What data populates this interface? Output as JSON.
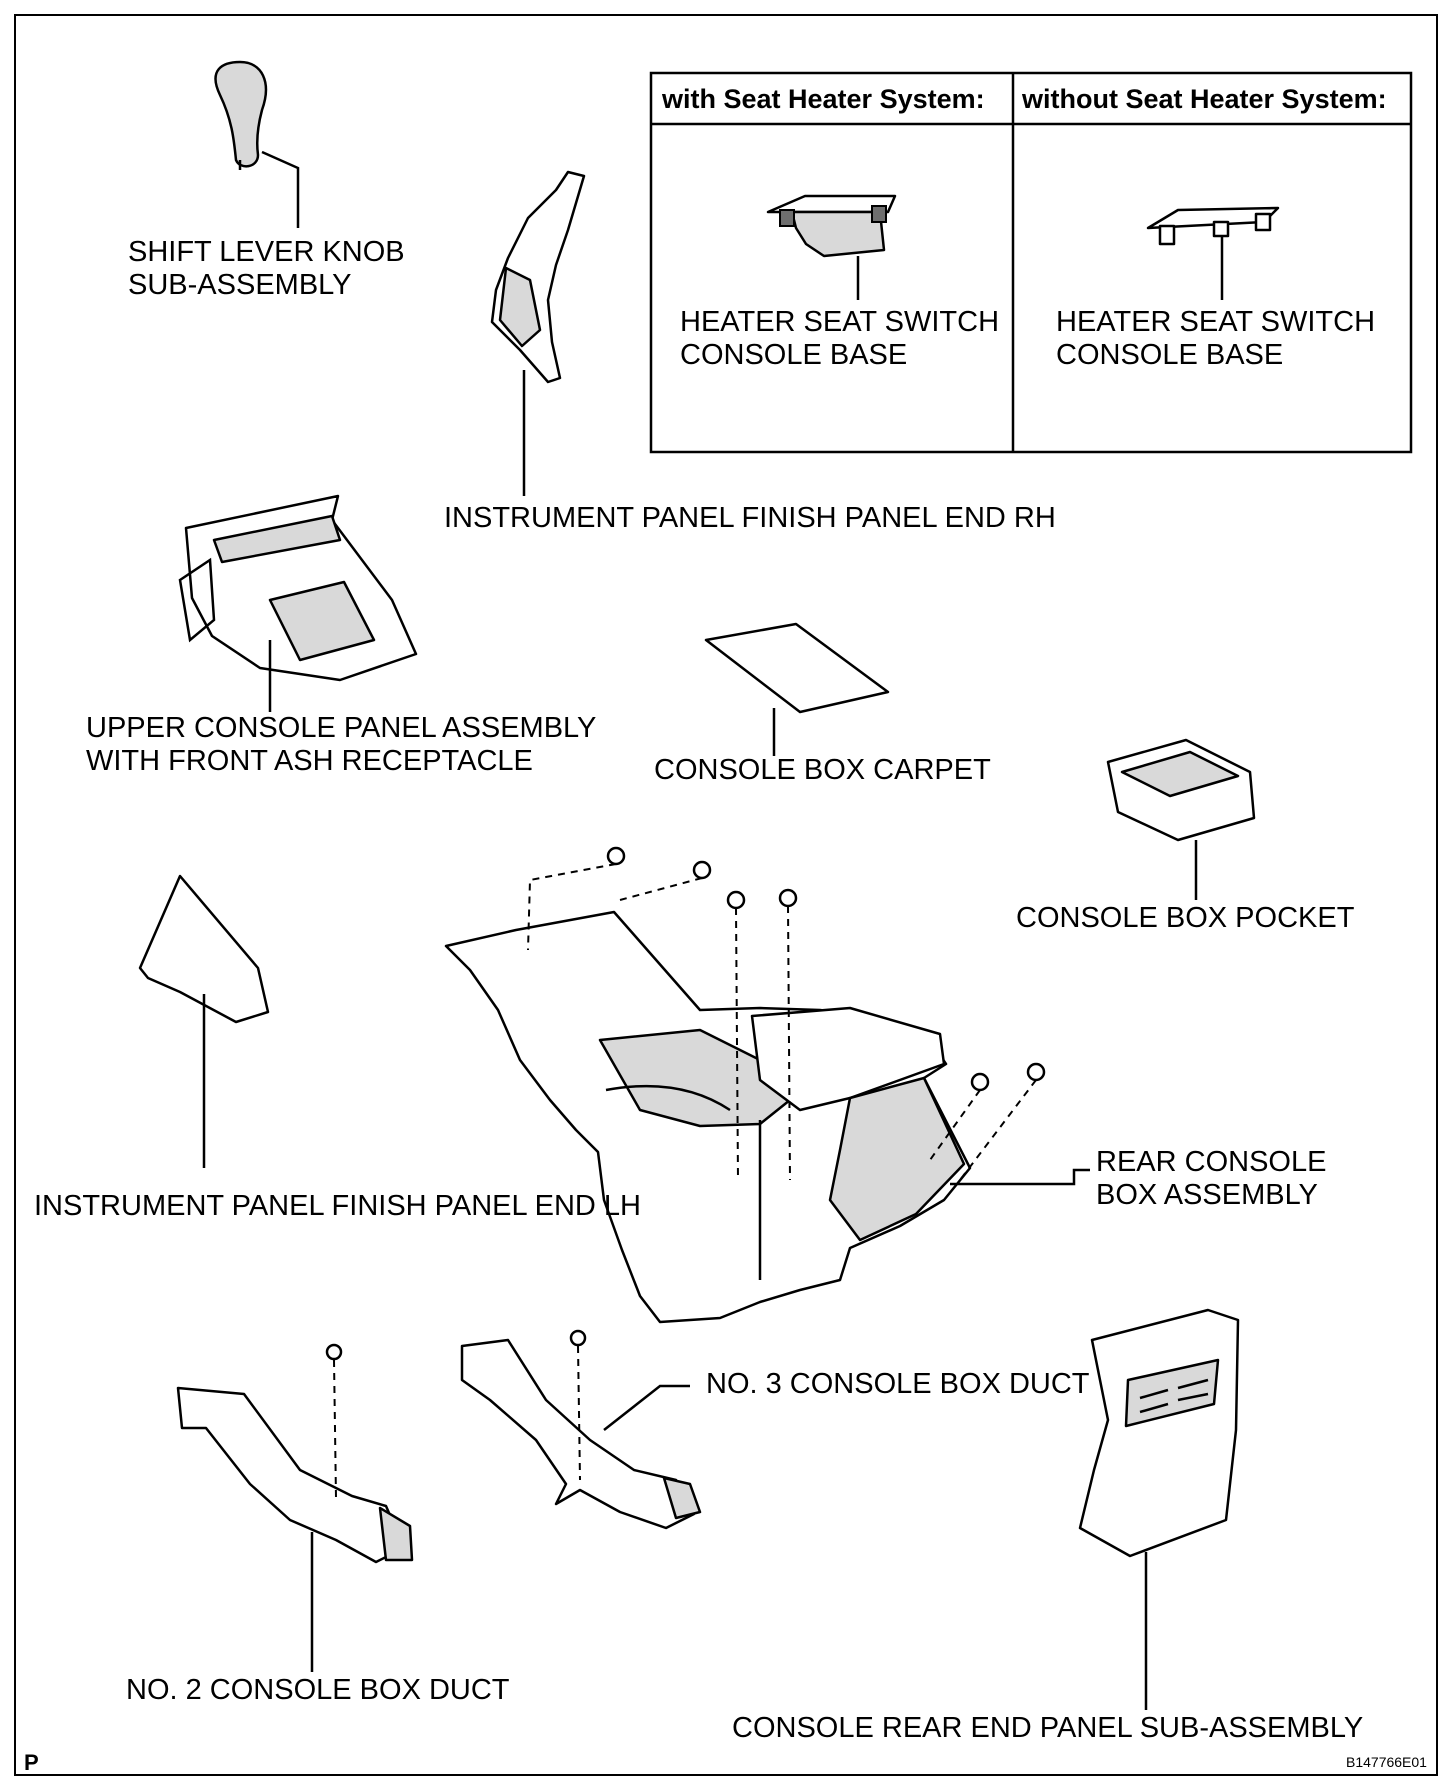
{
  "inset": {
    "with_header": "with Seat Heater System:",
    "without_header": "without Seat Heater System:",
    "with_label": "HEATER SEAT SWITCH\nCONSOLE BASE",
    "without_label": "HEATER SEAT SWITCH\nCONSOLE BASE"
  },
  "labels": {
    "shift_knob": "SHIFT LEVER KNOB\nSUB-ASSEMBLY",
    "finish_end_rh": "INSTRUMENT PANEL FINISH PANEL END RH",
    "upper_console": "UPPER CONSOLE PANEL ASSEMBLY\nWITH FRONT ASH RECEPTACLE",
    "carpet": "CONSOLE BOX CARPET",
    "pocket": "CONSOLE BOX POCKET",
    "finish_end_lh": "INSTRUMENT PANEL FINISH PANEL END LH",
    "rear_console": "REAR CONSOLE\nBOX ASSEMBLY",
    "duct3": "NO. 3 CONSOLE BOX DUCT",
    "duct2": "NO. 2 CONSOLE BOX DUCT",
    "rear_end_panel": "CONSOLE REAR END PANEL SUB-ASSEMBLY"
  },
  "footer": {
    "page_mark": "P",
    "figure_code": "B147766E01"
  }
}
